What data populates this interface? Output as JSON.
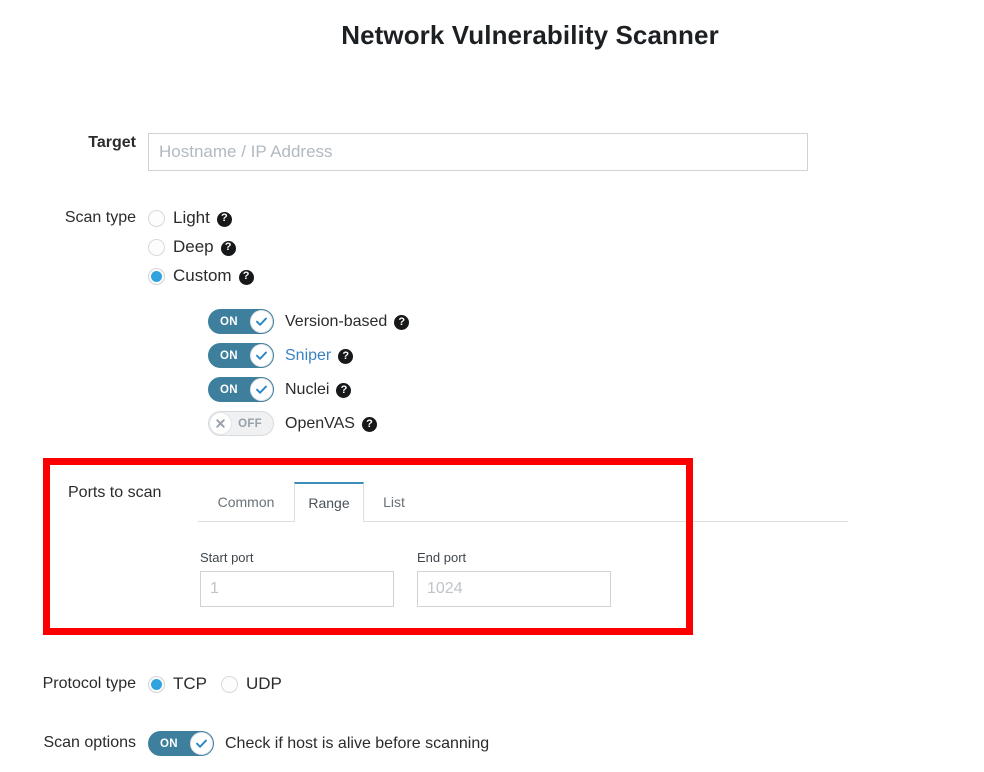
{
  "title": "Network Vulnerability Scanner",
  "colors": {
    "accent_blue": "#30a2dc",
    "toggle_on": "#3d7f9d",
    "tab_active_border": "#3c8dbc",
    "link_blue": "#3b82c4",
    "highlight_red": "#fc0000"
  },
  "target": {
    "label": "Target",
    "placeholder": "Hostname / IP Address",
    "value": ""
  },
  "scan_type": {
    "label": "Scan type",
    "options": [
      {
        "label": "Light",
        "checked": false,
        "help": "?"
      },
      {
        "label": "Deep",
        "checked": false,
        "help": "?"
      },
      {
        "label": "Custom",
        "checked": true,
        "help": "?"
      }
    ]
  },
  "scan_modules": [
    {
      "label": "Version-based",
      "state": "ON",
      "enabled": true,
      "is_link": false,
      "help": "?"
    },
    {
      "label": "Sniper",
      "state": "ON",
      "enabled": true,
      "is_link": true,
      "help": "?"
    },
    {
      "label": "Nuclei",
      "state": "ON",
      "enabled": true,
      "is_link": false,
      "help": "?"
    },
    {
      "label": "OpenVAS",
      "state": "OFF",
      "enabled": false,
      "is_link": false,
      "help": "?"
    }
  ],
  "ports": {
    "label": "Ports to scan",
    "tabs": [
      {
        "label": "Common",
        "active": false
      },
      {
        "label": "Range",
        "active": true
      },
      {
        "label": "List",
        "active": false
      }
    ],
    "start_port": {
      "label": "Start port",
      "placeholder": "1",
      "value": ""
    },
    "end_port": {
      "label": "End port",
      "placeholder": "1024",
      "value": ""
    }
  },
  "protocol": {
    "label": "Protocol type",
    "options": [
      {
        "label": "TCP",
        "checked": true
      },
      {
        "label": "UDP",
        "checked": false
      }
    ]
  },
  "scan_options": {
    "label": "Scan options",
    "toggle": {
      "state": "ON",
      "enabled": true
    },
    "description": "Check if host is alive before scanning"
  }
}
